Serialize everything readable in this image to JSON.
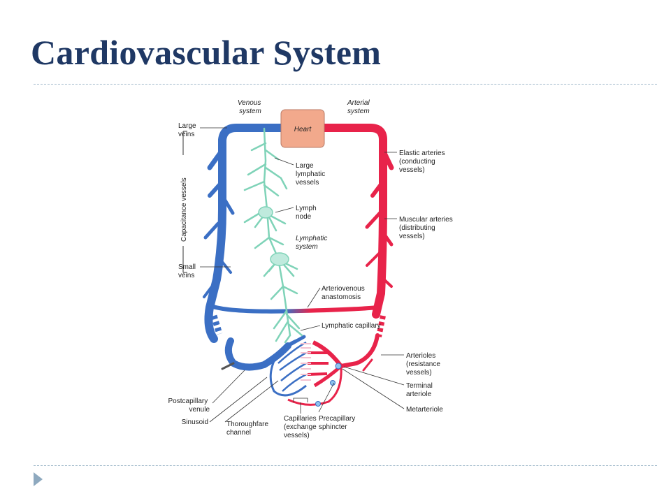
{
  "slide": {
    "title": "Cardiovascular System"
  },
  "diagram": {
    "heart": "Heart",
    "venous_system": [
      "Venous",
      "system"
    ],
    "arterial_system": [
      "Arterial",
      "system"
    ],
    "lymphatic_system": [
      "Lymphatic",
      "system"
    ],
    "capacitance_vessels": "Capacitance vessels",
    "labels": {
      "large_veins": [
        "Large",
        "veins"
      ],
      "large_lymphatic_vessels": [
        "Large",
        "lymphatic",
        "vessels"
      ],
      "lymph_node": [
        "Lymph",
        "node"
      ],
      "small_veins": [
        "Small",
        "veins"
      ],
      "elastic_arteries": [
        "Elastic arteries",
        "(conducting",
        "vessels)"
      ],
      "muscular_arteries": [
        "Muscular arteries",
        "(distributing",
        "vessels)"
      ],
      "arteriovenous_anastomosis": [
        "Arteriovenous",
        "anastomosis"
      ],
      "lymphatic_capillary": [
        "Lymphatic capillary"
      ],
      "arterioles": [
        "Arterioles",
        "(resistance",
        "vessels)"
      ],
      "terminal_arteriole": [
        "Terminal",
        "arteriole"
      ],
      "metarteriole": [
        "Metarteriole"
      ],
      "postcapillary_venule": [
        "Postcapillary",
        "venule"
      ],
      "sinusoid": [
        "Sinusoid"
      ],
      "thoroughfare_channel": [
        "Thoroughfare",
        "channel"
      ],
      "capillaries": [
        "Capillaries",
        "(exchange",
        "vessels)"
      ],
      "precapillary_sphincter": [
        "Precapillary",
        "sphincter"
      ]
    },
    "colors": {
      "vein": "#3b6fc4",
      "artery": "#e8234a",
      "lymph": "#7fd3b8",
      "heart": "#f2a98c",
      "title": "#1f3864"
    }
  }
}
